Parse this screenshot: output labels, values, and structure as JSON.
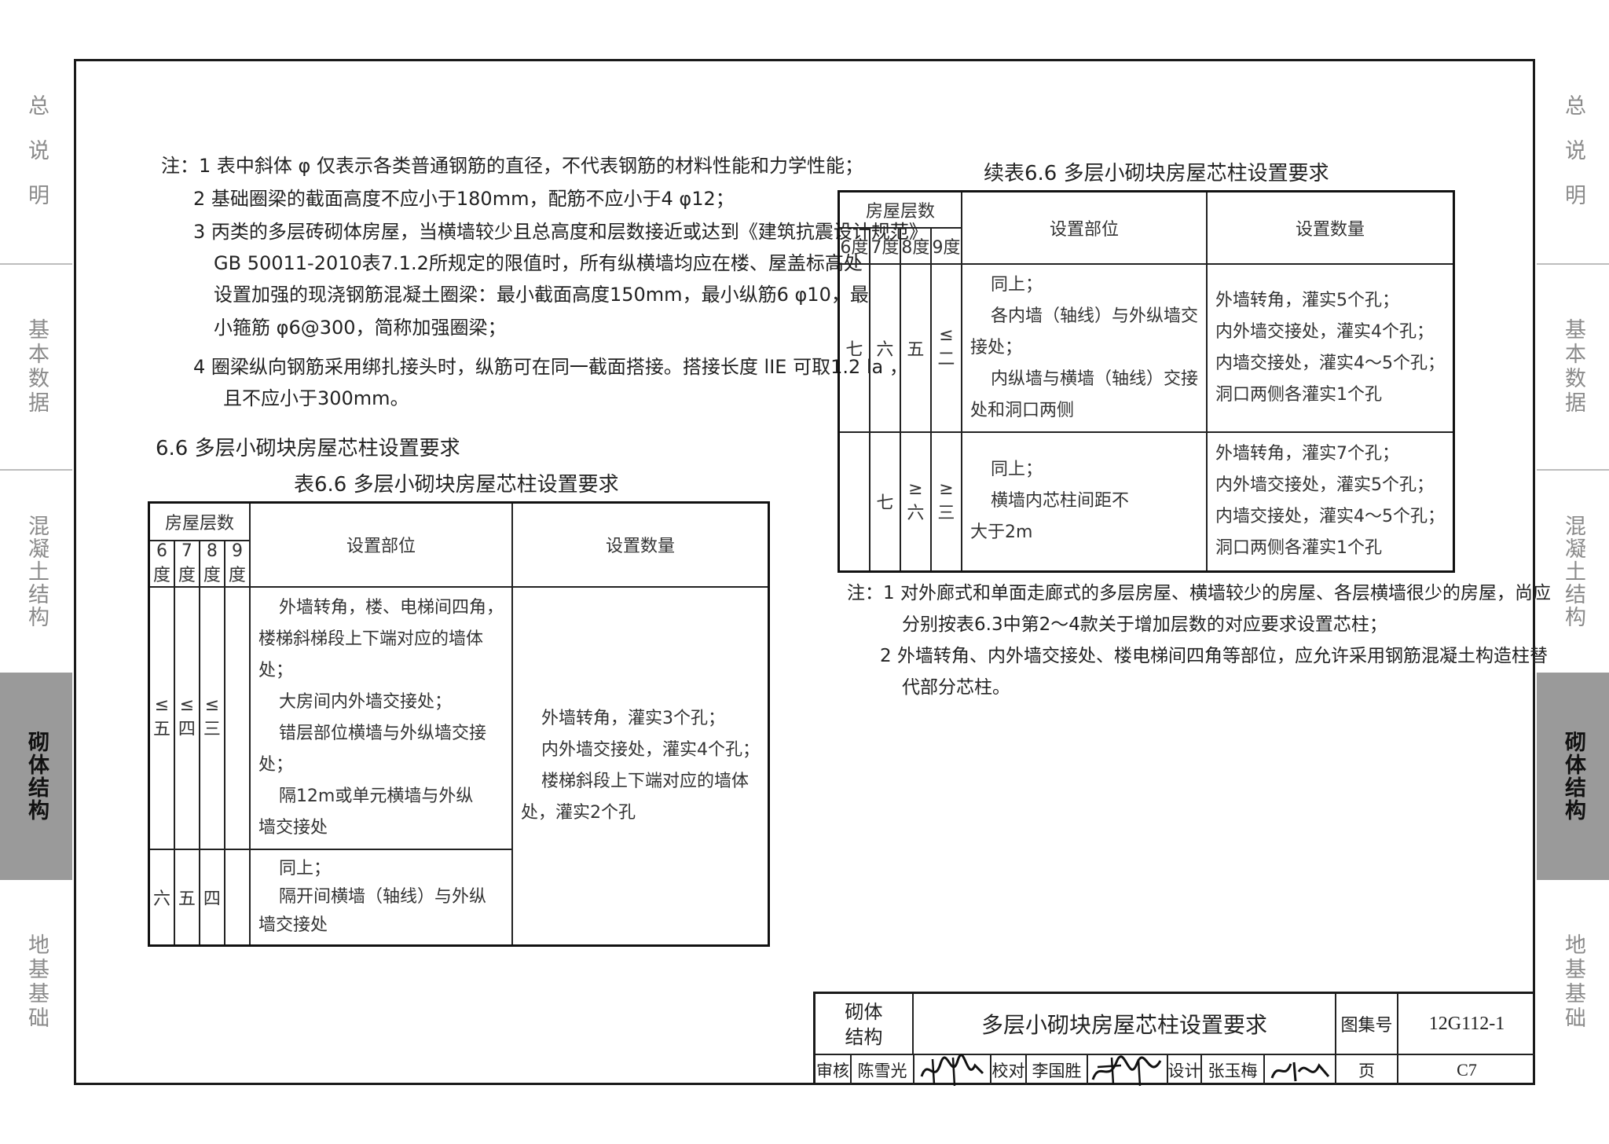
{
  "side_tabs": [
    "总说明",
    "基本数据",
    "混凝土结构",
    "砌体结构",
    "地基基础"
  ],
  "active_tab": "砌体结构",
  "left_notes": [
    "注：1  表中斜体 φ 仅表示各类普通钢筋的直径，不代表钢筋的材料性能和力学性能；",
    "2  基础圈梁的截面高度不应小于180mm，配筋不应小于4 φ12；",
    "3  丙类的多层砖砌体房屋，当横墙较少且总高度和层数接近或达到《建筑抗震设计规范》",
    "GB 50011-2010表7.1.2所规定的限值时，所有纵横墙均应在楼、屋盖标高处",
    "设置加强的现浇钢筋混凝土圈梁：最小截面高度150mm，最小纵筋6 φ10，最",
    "小箍筋 φ6@300，简称加强圈梁；",
    "4  圈梁纵向钢筋采用绑扎接头时，纵筋可在同一截面搭接。搭接长度 lIE 可取1.2 la ，",
    "且不应小于300mm。"
  ],
  "section_heading": "6.6    多层小砌块房屋芯柱设置要求",
  "table1": {
    "caption": "表6.6    多层小砌块房屋芯柱设置要求",
    "group_header": "房屋层数",
    "degree_headers": [
      "6度",
      "7度",
      "8度",
      "9度"
    ],
    "col_location": "设置部位",
    "col_quantity": "设置数量",
    "rows": [
      {
        "degrees": [
          "≤五",
          "≤四",
          "≤三",
          ""
        ],
        "location": [
          "外墙转角，楼、电梯间四角，",
          "楼梯斜梯段上下端对应的墙体",
          "处；",
          "大房间内外墙交接处；",
          "错层部位横墙与外纵墙交接",
          "处；",
          "隔12m或单元横墙与外纵",
          "墙交接处"
        ]
      },
      {
        "degrees": [
          "六",
          "五",
          "四",
          ""
        ],
        "location": [
          "同上；",
          "隔开间横墙（轴线）与外纵",
          "墙交接处"
        ]
      }
    ],
    "quantity": [
      "外墙转角，灌实3个孔；",
      "内外墙交接处，灌实4个孔；",
      "楼梯斜段上下端对应的墙体",
      "处，灌实2个孔"
    ]
  },
  "table2": {
    "caption": "续表6.6    多层小砌块房屋芯柱设置要求",
    "group_header": "房屋层数",
    "degree_headers": [
      "6度",
      "7度",
      "8度",
      "9度"
    ],
    "col_location": "设置部位",
    "col_quantity": "设置数量",
    "rows": [
      {
        "degrees": [
          "七",
          "六",
          "五",
          "≤二"
        ],
        "location": [
          "同上；",
          "各内墙（轴线）与外纵墙交",
          "接处；",
          "内纵墙与横墙（轴线）交接",
          "处和洞口两侧"
        ],
        "quantity": [
          "外墙转角，灌实5个孔；",
          "内外墙交接处，灌实4个孔；",
          "内墙交接处，灌实4～5个孔；",
          "洞口两侧各灌实1个孔"
        ]
      },
      {
        "degrees": [
          "",
          "七",
          "≥六",
          "≥三"
        ],
        "location": [
          "同上；",
          "横墙内芯柱间距不",
          "大于2m"
        ],
        "quantity": [
          "外墙转角，灌实7个孔；",
          "内外墙交接处，灌实5个孔；",
          "内墙交接处，灌实4～5个孔；",
          "洞口两侧各灌实1个孔"
        ]
      }
    ]
  },
  "right_notes": [
    "注：1  对外廊式和单面走廊式的多层房屋、横墙较少的房屋、各层横墙很少的房屋，尚应",
    "分别按表6.3中第2～4款关于增加层数的对应要求设置芯柱；",
    "2  外墙转角、内外墙交接处、楼电梯间四角等部位，应允许采用钢筋混凝土构造柱替",
    "代部分芯柱。"
  ],
  "title_block": {
    "category_line1": "砌体",
    "category_line2": "结构",
    "title": "多层小砌块房屋芯柱设置要求",
    "atlas_label": "图集号",
    "atlas_no": "12G112-1",
    "review_label": "审核",
    "reviewer": "陈雪光",
    "check_label": "校对",
    "checker": "李国胜",
    "design_label": "设计",
    "designer": "张玉梅",
    "page_label": "页",
    "page_no": "C7"
  }
}
